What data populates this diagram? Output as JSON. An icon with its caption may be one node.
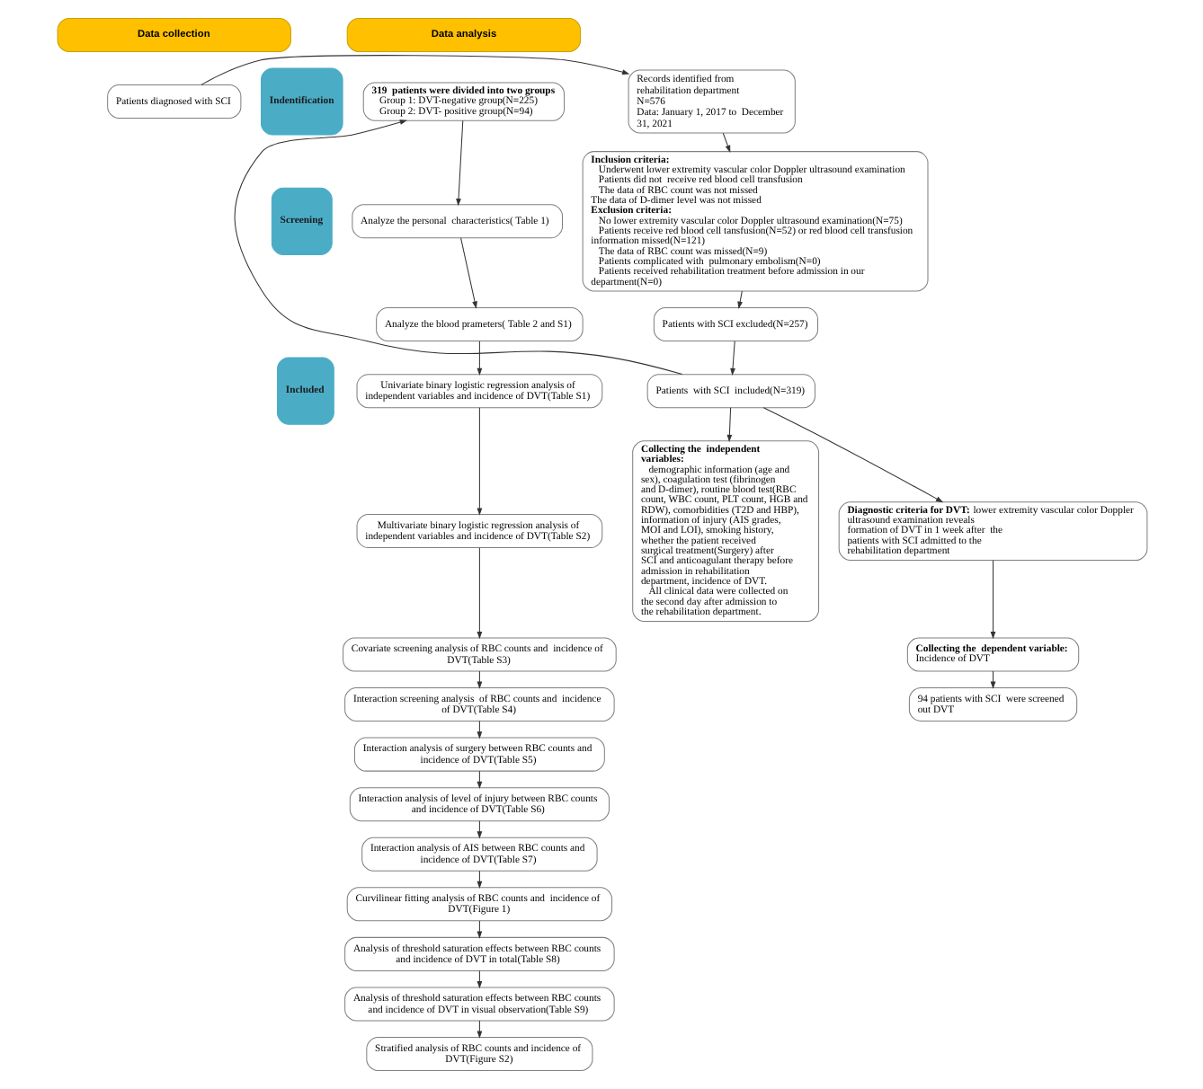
{
  "diagram": {
    "nodes": [
      {
        "text": [
          "Data collection"
        ]
      },
      {
        "text": [
          "Data analysis"
        ]
      },
      {
        "text": [
          "Indentification"
        ]
      },
      {
        "text": [
          "Patients diagnosed with SCI"
        ]
      },
      {
        "text": [
          "Records identified from  rehabilitation department",
          "N=576",
          "Data: January 1, 2017 to  December 31, 2021"
        ]
      },
      {
        "text": [
          "Screening"
        ]
      },
      {
        "text": [
          "Inclusion criteria:",
          "Underwent lower extremity vascular color Doppler ultrasound examination",
          "Patients did not  receive red blood cell transfusion",
          "The data of RBC count was not missed",
          "The data of D-dimer level was not missed",
          "Exclusion criteria:",
          "No lower extremity vascular color Doppler ultrasound examination(N=75)",
          "Patients receive red blood cell tansfusion(N=52) or red blood cell transfusion information missed(N=121)",
          "The data of RBC count was missed(N=9)",
          "Patients complicated with  pulmonary embolism(N=0)",
          "Patients received rehabilitation treatment before admission in our department(N=0)"
        ]
      },
      {
        "text": [
          "Patients with SCI excluded(N=257)"
        ]
      },
      {
        "text": [
          "Included"
        ]
      },
      {
        "text": [
          "Patients  with SCI  included(N=319)"
        ]
      },
      {
        "text": [
          "Diagnostic criteria for DVT:",
          "lower extremity vascular color Doppler ultrasound examination reveals formation of DVT in 1 week after  the patients with SCI admitted to the rehabilitation department"
        ]
      },
      {
        "text": [
          "Collecting the  independent variables:",
          "demographic information (age and sex), coagulation test (fibrinogen and D-dimer), routine blood test(RBC count, WBC count, PLT count, HGB and RDW), comorbidities (T2D and HBP), information of injury (AIS grades, MOI and LOI), smoking history, whether the patient received surgical treatment(Surgery) after SCI and anticoagulant therapy before admission in rehabilitation department, incidence of DVT.",
          "All clinical data were collected on the second day after admission to the rehabilitation department."
        ]
      },
      {
        "text": [
          "Collecting the  dependent variable:",
          "Incidence of DVT"
        ]
      },
      {
        "text": [
          "94 patients with SCI  were screened out DVT"
        ]
      },
      {
        "text": [
          "319  patients were divided into two groups",
          "Group 1: DVT-negative group(N=225)",
          "Group 2: DVT- positive group(N=94)"
        ]
      },
      {
        "text": [
          "Analyze the personal  characteristics( Table 1)"
        ]
      },
      {
        "text": [
          "Analyze the blood prameters( Table 2 and S1)"
        ]
      },
      {
        "text": [
          "Univariate binary logistic regression analysis of independent variables and incidence of DVT(Table S1)"
        ]
      },
      {
        "text": [
          "Multivariate binary logistic regression analysis of independent variables and incidence of DVT(Table S2)"
        ]
      },
      {
        "text": [
          "Covariate screening analysis of RBC counts and  incidence of DVT(Table S3)"
        ]
      },
      {
        "text": [
          "Interaction screening analysis  of RBC counts and  incidence of DVT(Table S4)"
        ]
      },
      {
        "text": [
          "Interaction analysis of surgery between RBC counts and  incidence of DVT(Table S5)"
        ]
      },
      {
        "text": [
          "Interaction analysis of level of injury between RBC counts and incidence of DVT(Table S6)"
        ]
      },
      {
        "text": [
          "Interaction analysis of AIS between RBC counts and  incidence of DVT(Table S7)"
        ]
      },
      {
        "text": [
          "Curvilinear fitting analysis of RBC counts and  incidence of DVT(Figure 1)"
        ]
      },
      {
        "text": [
          "Analysis of threshold saturation effects between RBC counts and incidence of DVT in total(Table S8)"
        ]
      },
      {
        "text": [
          "Analysis of threshold saturation effects between RBC counts and incidence of DVT in visual observation(Table S9)"
        ]
      },
      {
        "text": [
          "Stratified analysis of RBC counts and incidence of DVT(Figure S2)"
        ]
      }
    ],
    "edges": [
      {
        "from": 3,
        "to": 4,
        "arrow": "to"
      },
      {
        "from": 4,
        "to": 6,
        "arrow": "to"
      },
      {
        "from": 6,
        "to": 7,
        "arrow": "to"
      },
      {
        "from": 7,
        "to": 9,
        "arrow": "to"
      },
      {
        "from": 9,
        "to": 10,
        "arrow": "to"
      },
      {
        "from": 9,
        "to": 11,
        "arrow": "to"
      },
      {
        "from": 10,
        "to": 12,
        "arrow": "to"
      },
      {
        "from": 12,
        "to": 13,
        "arrow": "to"
      },
      {
        "from": 9,
        "to": 14,
        "arrow": "to"
      },
      {
        "from": 14,
        "to": 15,
        "arrow": "to"
      },
      {
        "from": 15,
        "to": 16,
        "arrow": "to"
      },
      {
        "from": 16,
        "to": 17,
        "arrow": "to"
      },
      {
        "from": 17,
        "to": 18,
        "arrow": "to"
      },
      {
        "from": 18,
        "to": 19,
        "arrow": "to"
      },
      {
        "from": 19,
        "to": 20,
        "arrow": "to"
      },
      {
        "from": 20,
        "to": 21,
        "arrow": "to"
      },
      {
        "from": 21,
        "to": 22,
        "arrow": "to"
      },
      {
        "from": 22,
        "to": 23,
        "arrow": "to"
      },
      {
        "from": 23,
        "to": 24,
        "arrow": "to"
      },
      {
        "from": 24,
        "to": 25,
        "arrow": "to"
      },
      {
        "from": 25,
        "to": 26,
        "arrow": "to"
      },
      {
        "from": 26,
        "to": 27,
        "arrow": "to"
      }
    ]
  }
}
